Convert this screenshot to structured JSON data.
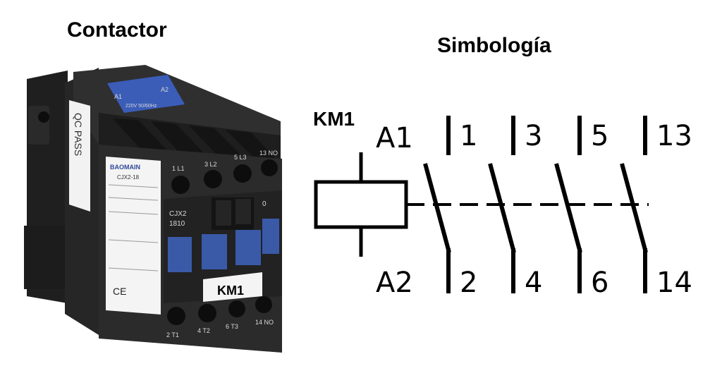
{
  "titles": {
    "left": "Contactor",
    "right": "Simbología"
  },
  "device": {
    "brand": "BAOMAIN",
    "model": "CJX2-18",
    "front_model": "CJX2",
    "front_code": "1810",
    "qc_label": "QC PASS",
    "tag": "KM1",
    "ce": "CE",
    "coil_top_left": "A1",
    "coil_top_right": "A2",
    "coil_rating": "220V 50/60Hz",
    "top_terminals": [
      "1 L1",
      "3 L2",
      "5 L3",
      "13 NO"
    ],
    "bottom_terminals": [
      "2 T1",
      "4 T2",
      "6 T3",
      "14 NO"
    ],
    "side_zero": "0"
  },
  "symbol": {
    "coil_label": "KM1",
    "coil_top": "A1",
    "coil_bottom": "A2",
    "contacts_top": [
      "1",
      "3",
      "5",
      "13"
    ],
    "contacts_bottom": [
      "2",
      "4",
      "6",
      "14"
    ]
  },
  "colors": {
    "device_body": "#2b2b2b",
    "device_dark": "#1a1a1a",
    "accent_blue": "#2f4a9a",
    "label_white": "#f4f4f4"
  }
}
